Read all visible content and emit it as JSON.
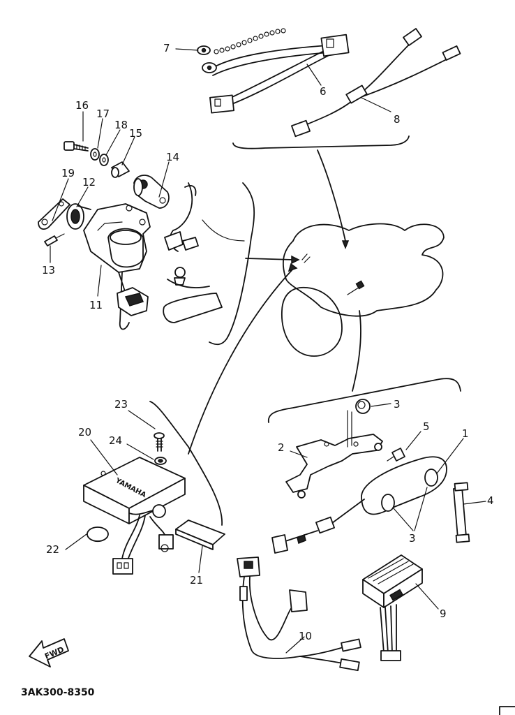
{
  "diagram": {
    "callouts": [
      {
        "id": "c1",
        "text": "1"
      },
      {
        "id": "c2",
        "text": "2"
      },
      {
        "id": "c3a",
        "text": "3"
      },
      {
        "id": "c3b",
        "text": "3"
      },
      {
        "id": "c4",
        "text": "4"
      },
      {
        "id": "c5",
        "text": "5"
      },
      {
        "id": "c6",
        "text": "6"
      },
      {
        "id": "c7",
        "text": "7"
      },
      {
        "id": "c8",
        "text": "8"
      },
      {
        "id": "c9",
        "text": "9"
      },
      {
        "id": "c10",
        "text": "10"
      },
      {
        "id": "c11",
        "text": "11"
      },
      {
        "id": "c12",
        "text": "12"
      },
      {
        "id": "c13",
        "text": "13"
      },
      {
        "id": "c14",
        "text": "14"
      },
      {
        "id": "c15",
        "text": "15"
      },
      {
        "id": "c16",
        "text": "16"
      },
      {
        "id": "c17",
        "text": "17"
      },
      {
        "id": "c18",
        "text": "18"
      },
      {
        "id": "c19",
        "text": "19"
      },
      {
        "id": "c20",
        "text": "20"
      },
      {
        "id": "c21",
        "text": "21"
      },
      {
        "id": "c22",
        "text": "22"
      },
      {
        "id": "c23",
        "text": "23"
      },
      {
        "id": "c24",
        "text": "24"
      }
    ],
    "cdi_unit_text": "YAMAHA",
    "fwd_arrow_text": "FWD",
    "drawing_code": "3AK300-8350"
  }
}
